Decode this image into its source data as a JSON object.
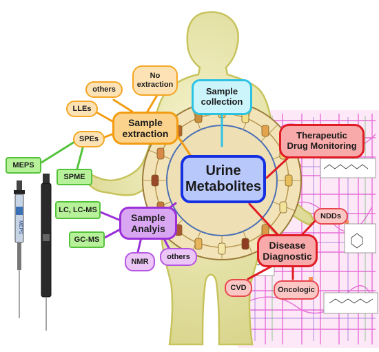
{
  "center": {
    "label": "Urine\nMetabolites"
  },
  "sample_collection": {
    "label": "Sample\ncollection"
  },
  "sample_extraction": {
    "label": "Sample\nextraction",
    "children": [
      "No\nextraction",
      "others",
      "LLEs",
      "SPEs"
    ]
  },
  "spes_children": [
    "MEPS",
    "SPME"
  ],
  "sample_analysis": {
    "label": "Sample\nAnalyis",
    "children": [
      "LC, LC-MS",
      "GC-MS",
      "NMR",
      "others"
    ]
  },
  "tdm": {
    "label": "Therapeutic\nDrug Monitoring"
  },
  "disease": {
    "label": "Disease\nDiagnostic",
    "children": [
      "NDDs",
      "CVD",
      "Oncologic"
    ]
  },
  "syringe_label": "MEPS",
  "colors": {
    "orange": "#f39c12",
    "green": "#55c23b",
    "purple": "#9b30d9",
    "red": "#e01b24",
    "cyan": "#2cc3e3",
    "blue": "#1530e0",
    "body_fill": "#e6e2a0"
  }
}
